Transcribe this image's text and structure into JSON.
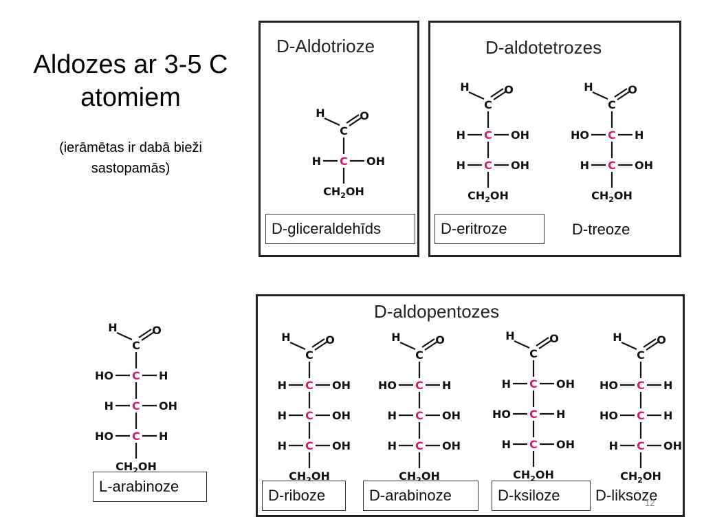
{
  "slide": {
    "title": "Aldozes ar 3-5 C atomiem",
    "subtitle": "(ierāmētas ir dabā bieži sastopamās)",
    "page_number": "12"
  },
  "colors": {
    "chiral_carbon": "#d6176e",
    "frame": "#222222"
  },
  "groups": {
    "triose": {
      "heading": "D-Aldotrioze"
    },
    "tetrose": {
      "heading": "D-aldotetrozes"
    },
    "pentose": {
      "heading": "D-aldopentozes"
    }
  },
  "molecules": [
    {
      "id": "d-glyceraldehyde",
      "name": "D-gliceraldehīds",
      "boxed": true,
      "chiral_rows": [
        {
          "left": "H",
          "right": "OH"
        }
      ]
    },
    {
      "id": "d-erythrose",
      "name": "D-eritroze",
      "boxed": true,
      "chiral_rows": [
        {
          "left": "H",
          "right": "OH"
        },
        {
          "left": "H",
          "right": "OH"
        }
      ]
    },
    {
      "id": "d-threose",
      "name": "D-treoze",
      "boxed": false,
      "chiral_rows": [
        {
          "left": "HO",
          "right": "H"
        },
        {
          "left": "H",
          "right": "OH"
        }
      ]
    },
    {
      "id": "l-arabinose",
      "name": "L-arabinoze",
      "boxed": true,
      "chiral_rows": [
        {
          "left": "HO",
          "right": "H"
        },
        {
          "left": "H",
          "right": "OH"
        },
        {
          "left": "HO",
          "right": "H"
        }
      ]
    },
    {
      "id": "d-ribose",
      "name": "D-riboze",
      "boxed": true,
      "chiral_rows": [
        {
          "left": "H",
          "right": "OH"
        },
        {
          "left": "H",
          "right": "OH"
        },
        {
          "left": "H",
          "right": "OH"
        }
      ]
    },
    {
      "id": "d-arabinose",
      "name": "D-arabinoze",
      "boxed": true,
      "chiral_rows": [
        {
          "left": "HO",
          "right": "H"
        },
        {
          "left": "H",
          "right": "OH"
        },
        {
          "left": "H",
          "right": "OH"
        }
      ]
    },
    {
      "id": "d-xylose",
      "name": "D-ksiloze",
      "boxed": true,
      "chiral_rows": [
        {
          "left": "H",
          "right": "OH"
        },
        {
          "left": "HO",
          "right": "H"
        },
        {
          "left": "H",
          "right": "OH"
        }
      ]
    },
    {
      "id": "d-lyxose",
      "name": "D-liksoze",
      "boxed": false,
      "chiral_rows": [
        {
          "left": "HO",
          "right": "H"
        },
        {
          "left": "HO",
          "right": "H"
        },
        {
          "left": "H",
          "right": "OH"
        }
      ]
    }
  ]
}
